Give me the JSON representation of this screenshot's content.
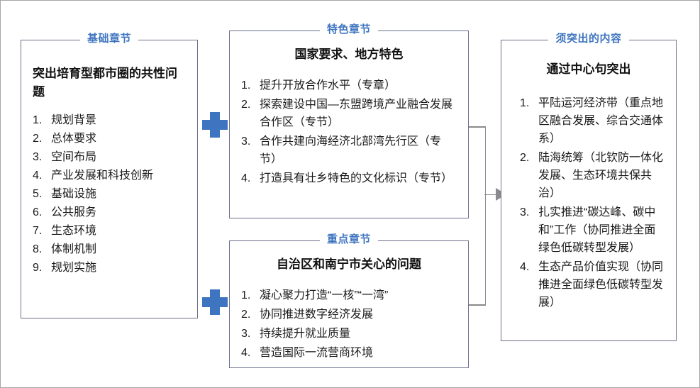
{
  "diagram": {
    "type": "flow-diagram",
    "accent_color": "#3f75c0",
    "box_border_color": "#6b6f8c",
    "connector_color": "#8a8a8a",
    "page_border_color": "#a6a6a6"
  },
  "boxes": {
    "foundation": {
      "header": "基础章节",
      "title": "突出培育型都市圈的共性问题",
      "items": [
        {
          "num": "1.",
          "text": "规划背景"
        },
        {
          "num": "2.",
          "text": "总体要求"
        },
        {
          "num": "3.",
          "text": "空间布局"
        },
        {
          "num": "4.",
          "text": "产业发展和科技创新"
        },
        {
          "num": "5.",
          "text": "基础设施"
        },
        {
          "num": "6.",
          "text": "公共服务"
        },
        {
          "num": "7.",
          "text": "生态环境"
        },
        {
          "num": "8.",
          "text": "体制机制"
        },
        {
          "num": "9.",
          "text": "规划实施"
        }
      ]
    },
    "feature": {
      "header": "特色章节",
      "title": "国家要求、地方特色",
      "items": [
        {
          "num": "1.",
          "text": "提升开放合作水平（专章）"
        },
        {
          "num": "2.",
          "text": "探索建设中国—东盟跨境产业融合发展合作区（专节）"
        },
        {
          "num": "3.",
          "text": "合作共建向海经济北部湾先行区（专节）"
        },
        {
          "num": "4.",
          "text": "打造具有壮乡特色的文化标识（专节）"
        }
      ]
    },
    "keypoint": {
      "header": "重点章节",
      "title": "自治区和南宁市关心的问题",
      "items": [
        {
          "num": "1.",
          "text": "凝心聚力打造“一核”“一湾”"
        },
        {
          "num": "2.",
          "text": "协同推进数字经济发展"
        },
        {
          "num": "3.",
          "text": "持续提升就业质量"
        },
        {
          "num": "4.",
          "text": "营造国际一流营商环境"
        }
      ]
    },
    "highlight": {
      "header": "须突出的内容",
      "title": "通过中心句突出",
      "items": [
        {
          "num": "1.",
          "text": "平陆运河经济带（重点地区融合发展、综合交通体系）"
        },
        {
          "num": "2.",
          "text": "陆海统筹（北钦防一体化发展、生态环境共保共治）"
        },
        {
          "num": "3.",
          "text": "扎实推进“碳达峰、碳中和”工作（协同推进全面绿色低碳转型发展）"
        },
        {
          "num": "4.",
          "text": "生态产品价值实现（协同推进全面绿色低碳转型发展）"
        }
      ]
    }
  },
  "operators": {
    "plus_top": "+",
    "plus_bottom": "+"
  }
}
